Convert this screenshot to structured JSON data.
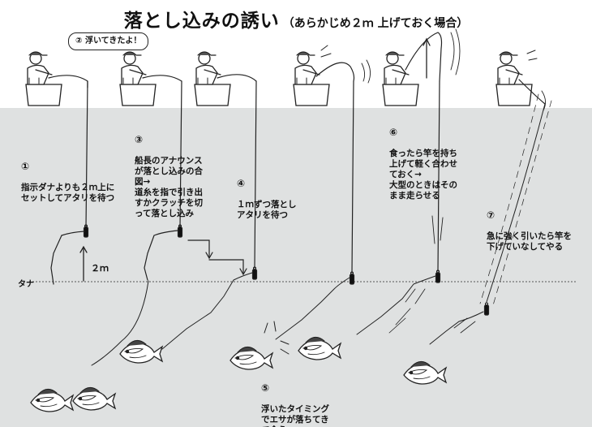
{
  "title": {
    "main": "落とし込みの誘い",
    "sub": "（あらかじめ２ｍ 上げておく場合）"
  },
  "bubble": {
    "number": "②",
    "text": "浮いてきたよ！"
  },
  "steps": [
    {
      "number": "①",
      "text": "指示ダナよりも２ｍ上に\nセットしてアタリを待つ"
    },
    {
      "number": "③",
      "text": "船長のアナウンス\nが落とし込みの合\n図→\n道糸を指で引き出\nすかクラッチを切\nって落とし込み"
    },
    {
      "number": "④",
      "text": "１ｍずつ落とし\nアタリを待つ"
    },
    {
      "number": "⑤",
      "text": "浮いたタイミング\nでエサが落ちてき\nて食う＝\nエサが魚に届いた"
    },
    {
      "number": "⑥",
      "text": "食ったら竿を持ち\n上げて軽く合わせ\nておく→\n大型のときはその\nまま走らせる"
    },
    {
      "number": "⑦",
      "text": "急に強く引いたら竿を\n下げていなしてやる"
    }
  ],
  "labels": {
    "tana": "タナ",
    "distance": "２ｍ"
  },
  "colors": {
    "water": "#dfe1e1",
    "line": "#222222",
    "tana_line": "#555555"
  }
}
